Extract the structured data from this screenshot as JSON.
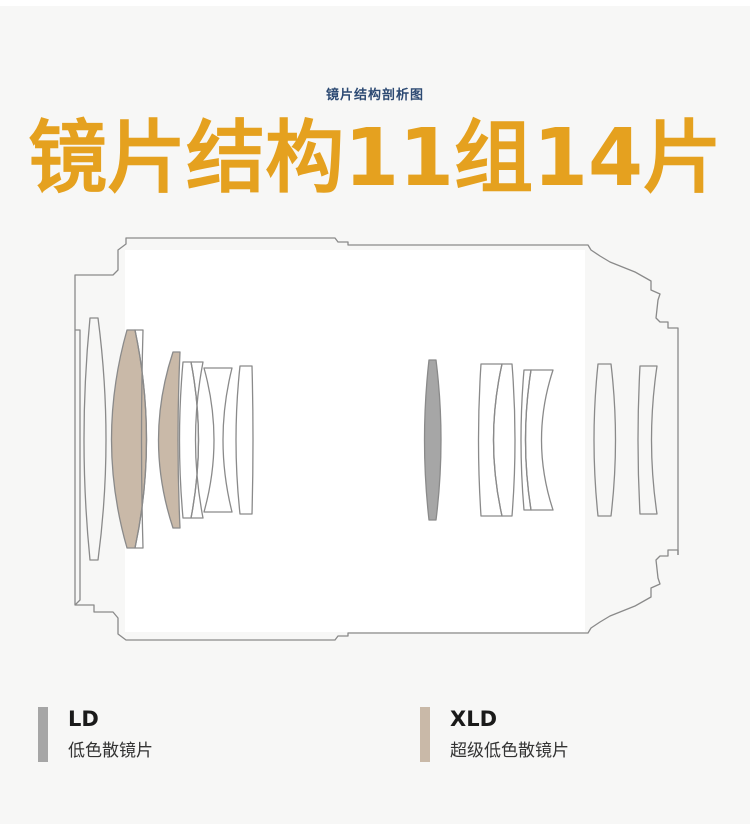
{
  "header": {
    "subtitle": "镜片结构剖析图",
    "headline": "镜片结构11组14片"
  },
  "colors": {
    "accent": "#e5a11f",
    "subtitle": "#2d4a73",
    "ld": "#a6a6a6",
    "xld": "#c9b9a8",
    "outline": "#8a8a8a"
  },
  "legend": [
    {
      "code": "LD",
      "name": "低色散镜片",
      "color": "#a6a6a6"
    },
    {
      "code": "XLD",
      "name": "超级低色散镜片",
      "color": "#c9b9a8"
    }
  ]
}
